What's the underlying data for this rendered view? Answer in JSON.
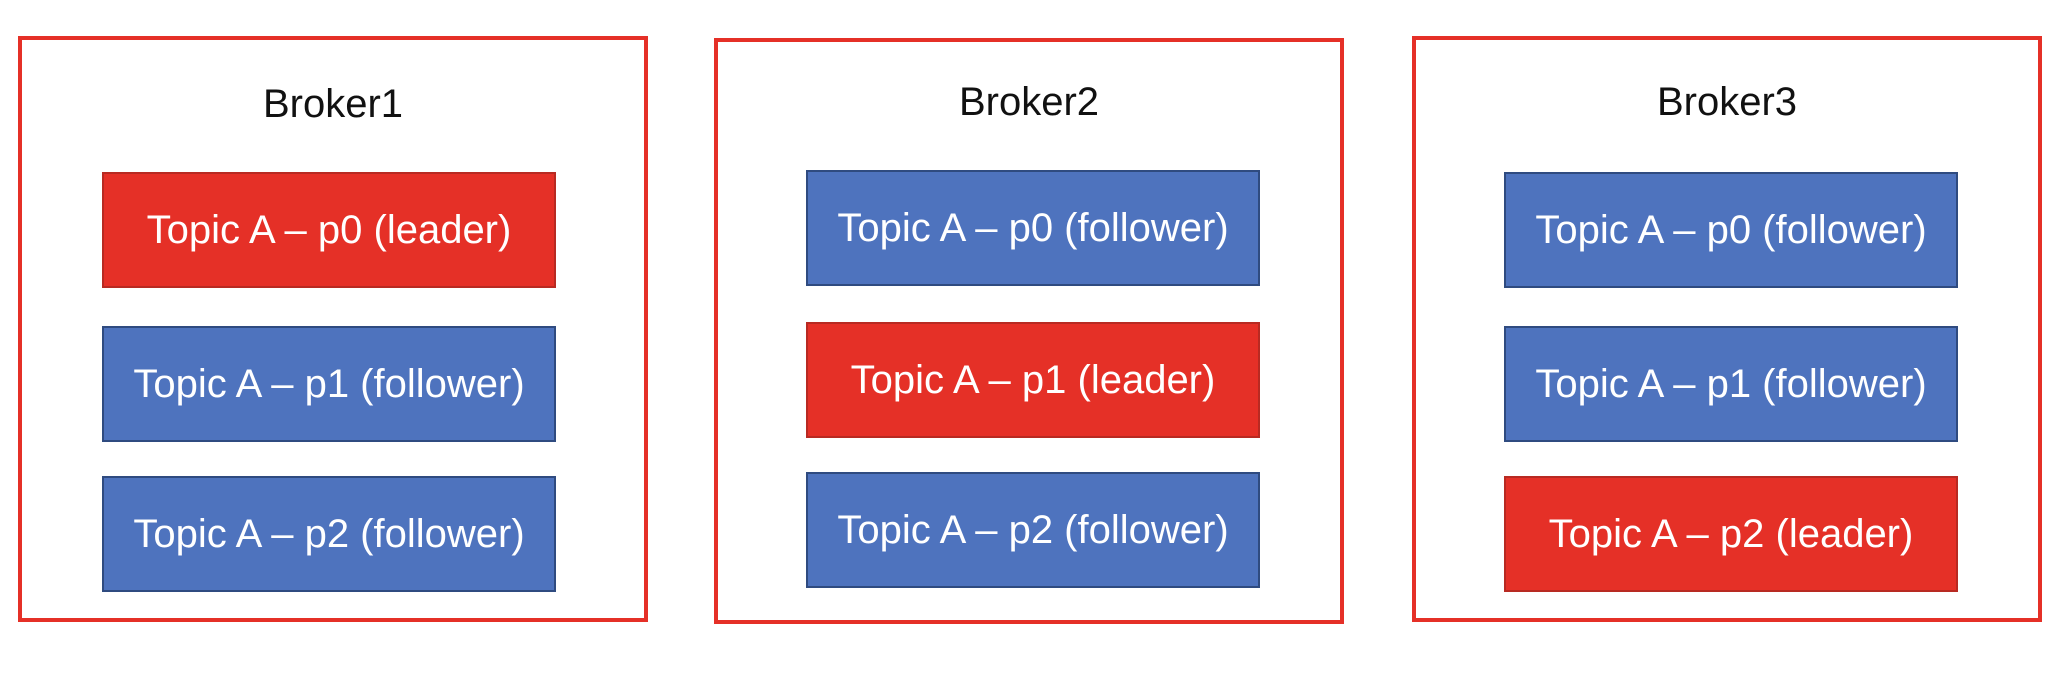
{
  "brokers": [
    {
      "title": "Broker1",
      "partitions": [
        {
          "label": "Topic A – p0 (leader)",
          "role": "leader"
        },
        {
          "label": "Topic A – p1 (follower)",
          "role": "follower"
        },
        {
          "label": "Topic A – p2 (follower)",
          "role": "follower"
        }
      ]
    },
    {
      "title": "Broker2",
      "partitions": [
        {
          "label": "Topic A – p0 (follower)",
          "role": "follower"
        },
        {
          "label": "Topic A – p1 (leader)",
          "role": "leader"
        },
        {
          "label": "Topic A – p2 (follower)",
          "role": "follower"
        }
      ]
    },
    {
      "title": "Broker3",
      "partitions": [
        {
          "label": "Topic A – p0 (follower)",
          "role": "follower"
        },
        {
          "label": "Topic A – p1 (follower)",
          "role": "follower"
        },
        {
          "label": "Topic A – p2 (leader)",
          "role": "leader"
        }
      ]
    }
  ],
  "colors": {
    "leader": "#e53027",
    "follower": "#4e73be",
    "broker_border": "#e53027"
  }
}
